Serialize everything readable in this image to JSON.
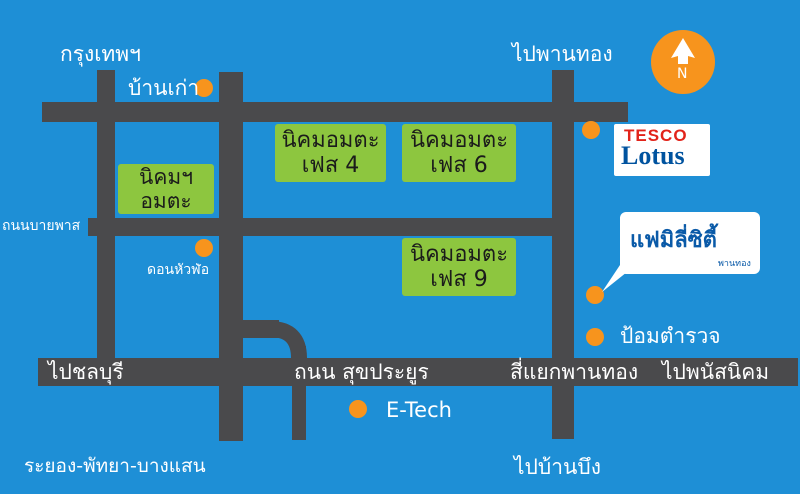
{
  "map": {
    "labels": {
      "bangkok": "กรุงเทพฯ",
      "ban_kao": "บ้านเก่า",
      "to_phan_thong_top": "ไปพานทอง",
      "nong_bai_phat_road": "ถนนบายพาส",
      "don_hua_lo": "ดอนหัวฬ่อ",
      "to_chonburi": "ไปชลบุรี",
      "sukhumvit_road": "ถนน สุขประยูร",
      "phan_thong_intersection": "สี่แยกพานทอง",
      "to_phanat_nikhom": "ไปพนัสนิคม",
      "e_tech": "E-Tech",
      "police_box": "ป้อมตำรวจ",
      "rayong": "ระยอง-พัทยา-บางแสน",
      "to_ban_bueng": "ไปบ้านบึง"
    },
    "zones": [
      {
        "line1": "นิคมฯ",
        "line2": "อมตะ"
      },
      {
        "line1": "นิคมอมตะ",
        "line2": "เฟส 4"
      },
      {
        "line1": "นิคมอมตะ",
        "line2": "เฟส 6"
      },
      {
        "line1": "นิคมอมตะ",
        "line2": "เฟส 9"
      }
    ],
    "compass_letter": "N",
    "tesco": {
      "line1": "TESCO",
      "line2": "Lotus"
    },
    "family_city": {
      "name": "แฟมิลี่ซิตี้",
      "sub": "พานทอง"
    },
    "colors": {
      "background": "#1e8fd6",
      "road": "#4a4a4c",
      "zone": "#8dc63f",
      "marker": "#f7941d"
    }
  }
}
